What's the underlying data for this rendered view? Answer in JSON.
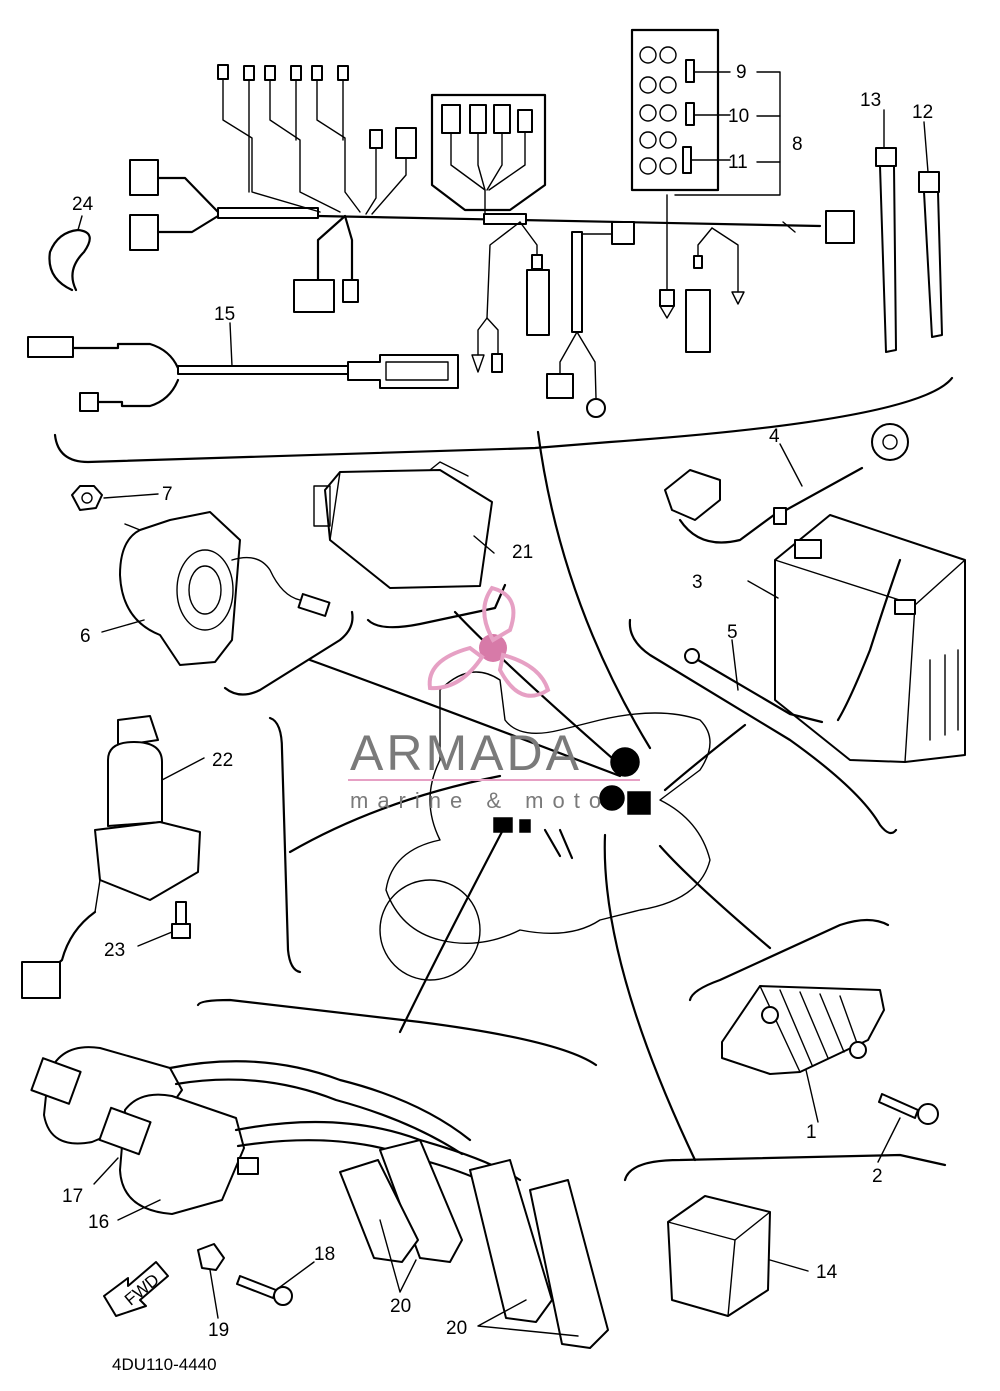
{
  "diagram": {
    "code": "4DU110-4440",
    "fwd_label": "FWD",
    "callouts": {
      "c1": "1",
      "c2": "2",
      "c3": "3",
      "c4": "4",
      "c5": "5",
      "c6": "6",
      "c7": "7",
      "c8": "8",
      "c9": "9",
      "c10": "10",
      "c11": "11",
      "c12": "12",
      "c13": "13",
      "c14": "14",
      "c15": "15",
      "c16": "16",
      "c17": "17",
      "c18": "18",
      "c19": "19",
      "c20a": "20",
      "c20b": "20",
      "c21": "21",
      "c22": "22",
      "c23": "23",
      "c24": "24"
    }
  },
  "watermark": {
    "brand": "ARMADA",
    "tagline": "marine & moto",
    "logo_color": "#e6a0c4",
    "logo_accent": "#d77aa8",
    "text_color": "#7a7a7a"
  },
  "colors": {
    "ink": "#000000",
    "paper": "#ffffff"
  }
}
